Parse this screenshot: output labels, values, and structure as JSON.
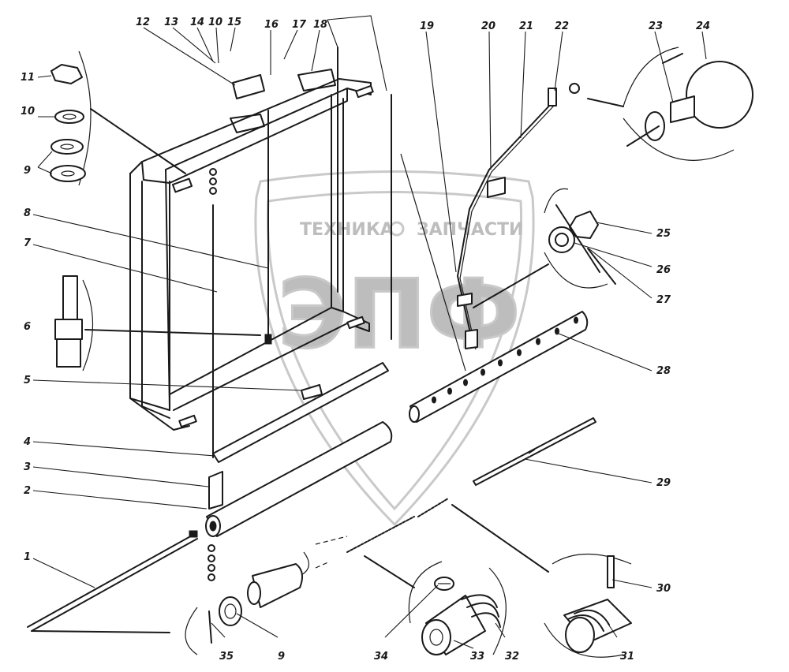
{
  "watermark": {
    "line1_left": "ТЕХНИКА",
    "line1_right": "ЗАПЧАСТИ",
    "logo": "ЭПФ"
  },
  "callouts": [
    "1",
    "2",
    "3",
    "4",
    "5",
    "6",
    "7",
    "8",
    "9",
    "10",
    "11",
    "12",
    "13",
    "14",
    "10",
    "15",
    "16",
    "17",
    "18",
    "19",
    "20",
    "21",
    "22",
    "23",
    "24",
    "25",
    "26",
    "27",
    "28",
    "29",
    "30",
    "31",
    "32",
    "33",
    "34",
    "35",
    "9"
  ],
  "colors": {
    "ink": "#1a1a1a",
    "watermark": "#c9c9c9",
    "paper": "#ffffff"
  }
}
